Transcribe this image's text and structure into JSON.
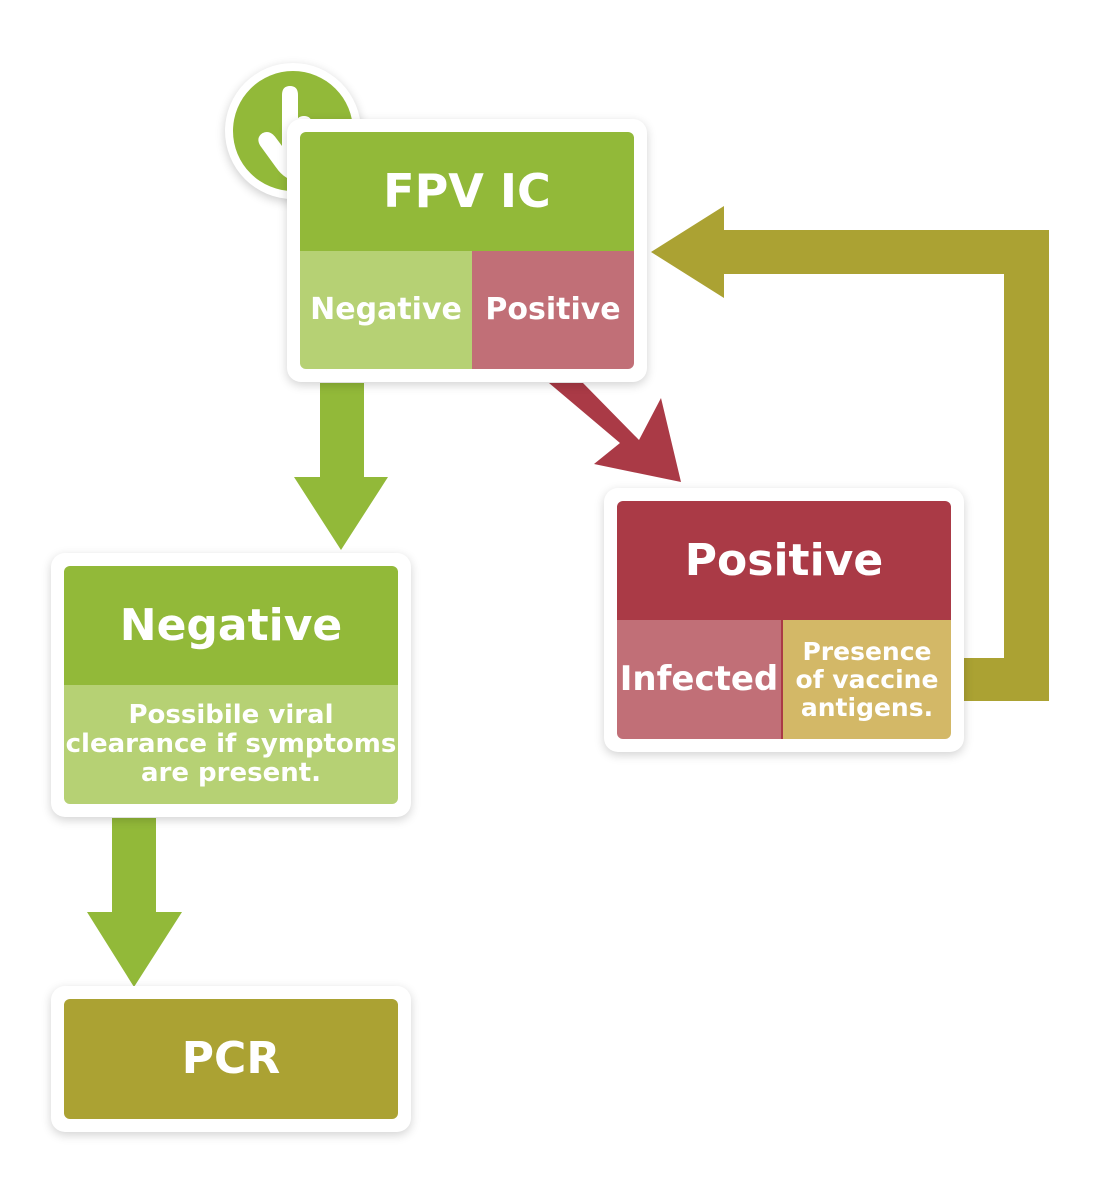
{
  "colors": {
    "green": "#92b939",
    "light_green": "#b6d174",
    "rose": "#c16f77",
    "red": "#aa3a46",
    "olive": "#aba233",
    "tan": "#d3b867",
    "white": "#ffffff"
  },
  "start": {
    "icon": "hand-pointer-icon"
  },
  "fpv_ic": {
    "title": "FPV IC",
    "negative": "Negative",
    "positive": "Positive"
  },
  "negative_result": {
    "title": "Negative",
    "lines": [
      "Possibile viral",
      "clearance if symptoms",
      "are present."
    ]
  },
  "positive_result": {
    "title": "Positive",
    "infected": "Infected",
    "vaccine_lines": [
      "Presence",
      "of vaccine",
      "antigens."
    ]
  },
  "pcr": {
    "title": "PCR"
  }
}
